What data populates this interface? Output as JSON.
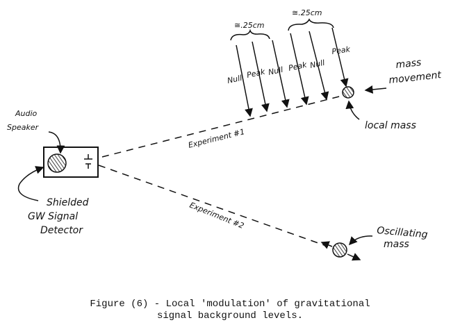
{
  "labels": {
    "spacing_1": "≅.25cm",
    "spacing_2": "≅.25cm",
    "wave_labels": [
      "Null",
      "Peak",
      "Null",
      "Peak",
      "Null",
      "Peak"
    ],
    "mass_movement_1": "mass",
    "mass_movement_2": "movement",
    "local_mass": "local mass",
    "audio_1": "Audio",
    "audio_2": "Speaker",
    "detector_1": "Shielded",
    "detector_2": "GW Signal",
    "detector_3": "Detector",
    "experiment_1": "Experiment #1",
    "experiment_2": "Experiment #2",
    "oscillating_1": "Oscillating",
    "oscillating_2": "mass"
  },
  "caption": {
    "line1": "Figure (6) - Local 'modulation' of gravitational",
    "line2": "signal background levels."
  }
}
